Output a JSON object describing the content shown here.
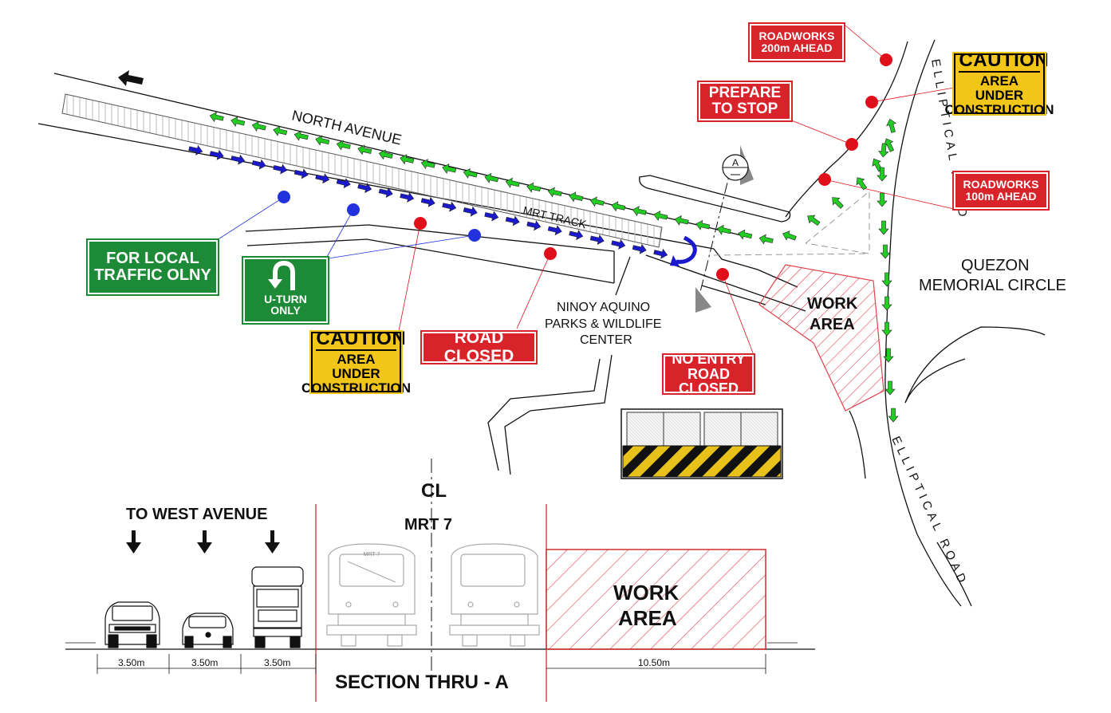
{
  "signs": {
    "roadworks_200m": {
      "line1": "ROADWORKS",
      "line2": "200m AHEAD"
    },
    "prepare_to_stop": {
      "line1": "PREPARE",
      "line2": "TO STOP"
    },
    "caution_top": {
      "head": "CAUTION",
      "line1": "AREA UNDER",
      "line2": "CONSTRUCTION"
    },
    "roadworks_100m": {
      "line1": "ROADWORKS",
      "line2": "100m AHEAD"
    },
    "for_local": {
      "line1": "FOR LOCAL",
      "line2": "TRAFFIC OLNY"
    },
    "u_turn": {
      "line1": "U-TURN",
      "line2": "ONLY"
    },
    "caution_mid": {
      "head": "CAUTION",
      "line1": "AREA UNDER",
      "line2": "CONSTRUCTION"
    },
    "road_closed": {
      "text": "ROAD CLOSED"
    },
    "no_entry": {
      "line1": "NO ENTRY",
      "line2": "ROAD CLOSED"
    }
  },
  "labels": {
    "north_avenue": "NORTH AVENUE",
    "mrt_track": "MRT TRACK",
    "elliptical_upper": "ELLIPTICAL ROAD",
    "elliptical_lower": "ELLIPTICAL ROAD",
    "quezon_line1": "QUEZON",
    "quezon_line2": "MEMORIAL CIRCLE",
    "ninoy_line1": "NINOY AQUINO",
    "ninoy_line2": "PARKS & WILDLIFE",
    "ninoy_line3": "CENTER",
    "work_area_plan_1": "WORK",
    "work_area_plan_2": "AREA",
    "section_marker": "A"
  },
  "section": {
    "title": "SECTION THRU - A",
    "to_west_avenue": "TO WEST AVENUE",
    "centerline": "CL",
    "mrt7": "MRT 7",
    "train_plate": "MRT 7",
    "work_area_1": "WORK",
    "work_area_2": "AREA",
    "dimensions": [
      "3.50m",
      "3.50m",
      "3.50m",
      "10.50m"
    ]
  },
  "colors": {
    "red_sign": "#d9232a",
    "yellow_sign": "#f2c618",
    "green_sign": "#1c8a36",
    "green_arrow": "#22cc22",
    "blue_arrow": "#1a1acc",
    "red_dot": "#e0101a",
    "blue_dot": "#2233dd",
    "hatch_red": "#e0404a"
  }
}
